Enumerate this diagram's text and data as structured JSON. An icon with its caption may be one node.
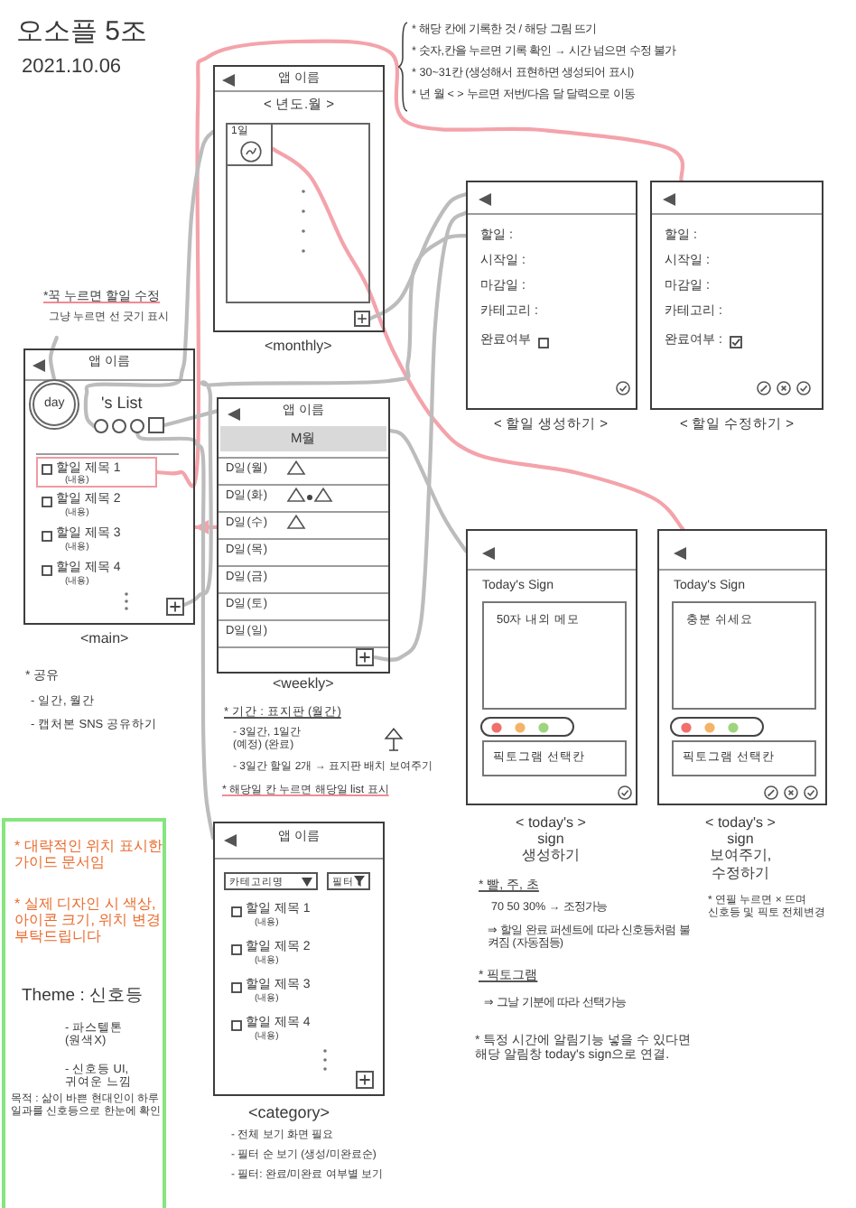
{
  "diagram": {
    "title": "오소플 5조",
    "nodes": [
      {
        "text": [
          "앱 이름",
          "< 년도.월 >"
        ],
        "beside": [
          "<monthly>"
        ]
      },
      {
        "text": [],
        "shape": "box",
        "in": 0
      },
      {
        "text": [
          "1일"
        ],
        "in": 1
      },
      {
        "text": [],
        "shape": "box",
        "in": 0
      },
      {
        "text": [
          "할일 :",
          "시작일 :",
          "마감일 :",
          "카테고리 :",
          "완료여부"
        ],
        "beside": [
          "< 할일 생성하기 >"
        ]
      },
      {
        "text": [
          "할일 :",
          "시작일 :",
          "마감일 :",
          "카테고리 :",
          "완료여부 :"
        ],
        "beside": [
          "< 할일 수정하기 >"
        ]
      },
      {
        "text": [
          "*꾹 누르면 할일 수정",
          "그냥 누르면 선 긋기 표시"
        ]
      },
      {
        "text": [
          "앱 이름",
          "'s List",
          "할일 제목 2",
          "(내용)",
          "할일 제목 3",
          "(내용)",
          "할일 제목 4",
          "(내용)"
        ],
        "beside": [
          "<main>"
        ]
      },
      {
        "text": [
          "day"
        ],
        "in": 7
      },
      {
        "text": [],
        "shape": "circle",
        "in": 7
      },
      {
        "text": [],
        "shape": "circle",
        "in": 7
      },
      {
        "text": [],
        "shape": "circle",
        "in": 7
      },
      {
        "text": [],
        "shape": "box",
        "in": 7
      },
      {
        "text": [
          "할일 제목 1",
          "(내용)"
        ],
        "in": 7
      },
      {
        "text": [],
        "shape": "box",
        "in": 7
      },
      {
        "text": [
          "앱 이름",
          "D일(월)",
          "D일(화)",
          "D일(수)",
          "D일(목)",
          "D일(금)",
          "D일(토)",
          "D일(일)"
        ],
        "beside": [
          "<weekly>"
        ]
      },
      {
        "text": [
          "M월"
        ],
        "in": 15
      },
      {
        "text": [],
        "shape": "box",
        "in": 15
      },
      {
        "text": [
          "Today's Sign"
        ],
        "beside": [
          "< today's > sign 생성하기"
        ]
      },
      {
        "text": [
          "50자 내외 메모"
        ],
        "in": 18
      },
      {
        "text": [],
        "shape": "bar",
        "in": 18
      },
      {
        "text": [
          "픽토그램 선택칸"
        ],
        "in": 18
      },
      {
        "text": [
          "Today's Sign"
        ],
        "beside": [
          "< today's > sign 보여주기, 수정하기"
        ]
      },
      {
        "text": [
          "충분 쉬세요"
        ],
        "in": 22
      },
      {
        "text": [],
        "shape": "bar",
        "in": 22
      },
      {
        "text": [
          "픽토그램 선택칸"
        ],
        "in": 22
      },
      {
        "text": [
          "* 대략적인 위치 표시한 가이드 문서임",
          "* 실제 디자인 시 색상, 아이콘 크기, 위치 변경 부탁드립니다",
          "Theme : 신호등",
          "- 파스텔톤 (원색X)",
          "- 신호등 UI, 귀여운 느낌",
          "목적 : 삶이 바쁜 현대인이 하루 일과를 신호등으로 한눈에 확인"
        ]
      },
      {
        "text": [
          "앱 이름",
          "할일 제목 1",
          "(내용)",
          "할일 제목 2",
          "(내용)",
          "할일 제목 3",
          "(내용)",
          "할일 제목 4",
          "(내용)"
        ],
        "beside": [
          "<category>"
        ]
      },
      {
        "text": [
          "카테고리명"
        ],
        "in": 27
      },
      {
        "text": [
          "필터"
        ],
        "in": 27
      },
      {
        "text": [],
        "shape": "box",
        "in": 27
      }
    ],
    "edges": [
      {
        "from": 13,
        "to": 5,
        "arrow": "none",
        "color": "#f4a3ab"
      },
      {
        "from": 2,
        "to": 22,
        "arrow": "none",
        "color": "#f4a3ab"
      },
      {
        "from": 15,
        "to": 7,
        "arrow": "to",
        "color": "#f4a3ab"
      },
      {
        "from": 9,
        "to": 0,
        "arrow": "none"
      },
      {
        "from": 12,
        "to": 15,
        "arrow": "none"
      },
      {
        "from": 11,
        "to": 27,
        "arrow": "none"
      },
      {
        "from": 3,
        "to": 4,
        "arrow": "none"
      },
      {
        "from": 17,
        "to": 4,
        "arrow": "none"
      },
      {
        "from": 14,
        "to": 4,
        "arrow": "none"
      },
      {
        "from": 15,
        "to": 18,
        "arrow": "none"
      },
      {
        "from": 6,
        "to": 8,
        "arrow": "none"
      }
    ],
    "labels": [
      "2021.10.06",
      "* 해당 칸에 기록한 것 / 해당 그림 뜨기",
      "* 숫자,칸을 누르면 기록 확인 → 시간 넘으면 수정 불가",
      "* 30~31칸 (생성해서 표현하면 생성되어 표시)",
      "* 년 월 < > 누르면 저번/다음 달 달력으로 이동",
      "* 공유",
      "- 일간, 월간",
      "- 캡처본 SNS 공유하기",
      "* 기간 : 표지판 (월간)",
      "- 3일간, 1일간 (예정) (완료)",
      "- 3일간 할일 2개 → 표지판 배치 보여주기",
      "* 해당일 칸 누르면 해당일 list 표시",
      "* 빨, 주, 초",
      "70 50 30% → 조정가능",
      "⇒ 할일 완료 퍼센트에 따라 신호등처럼 불 켜짐 (자동점등)",
      "* 픽토그램",
      "⇒ 그날 기분에 따라 선택가능",
      "* 특정 시간에 알림기능 넣을 수 있다면 해당 알림창 today's sign으로 연결.",
      "* 연필 누르면 × 뜨며 신호등 및 픽토 전체변경",
      "- 전체 보기 화면 필요",
      "- 필터 순 보기 (생성/미완료순)",
      "- 필터: 완료/미완료 여부별 보기"
    ]
  }
}
